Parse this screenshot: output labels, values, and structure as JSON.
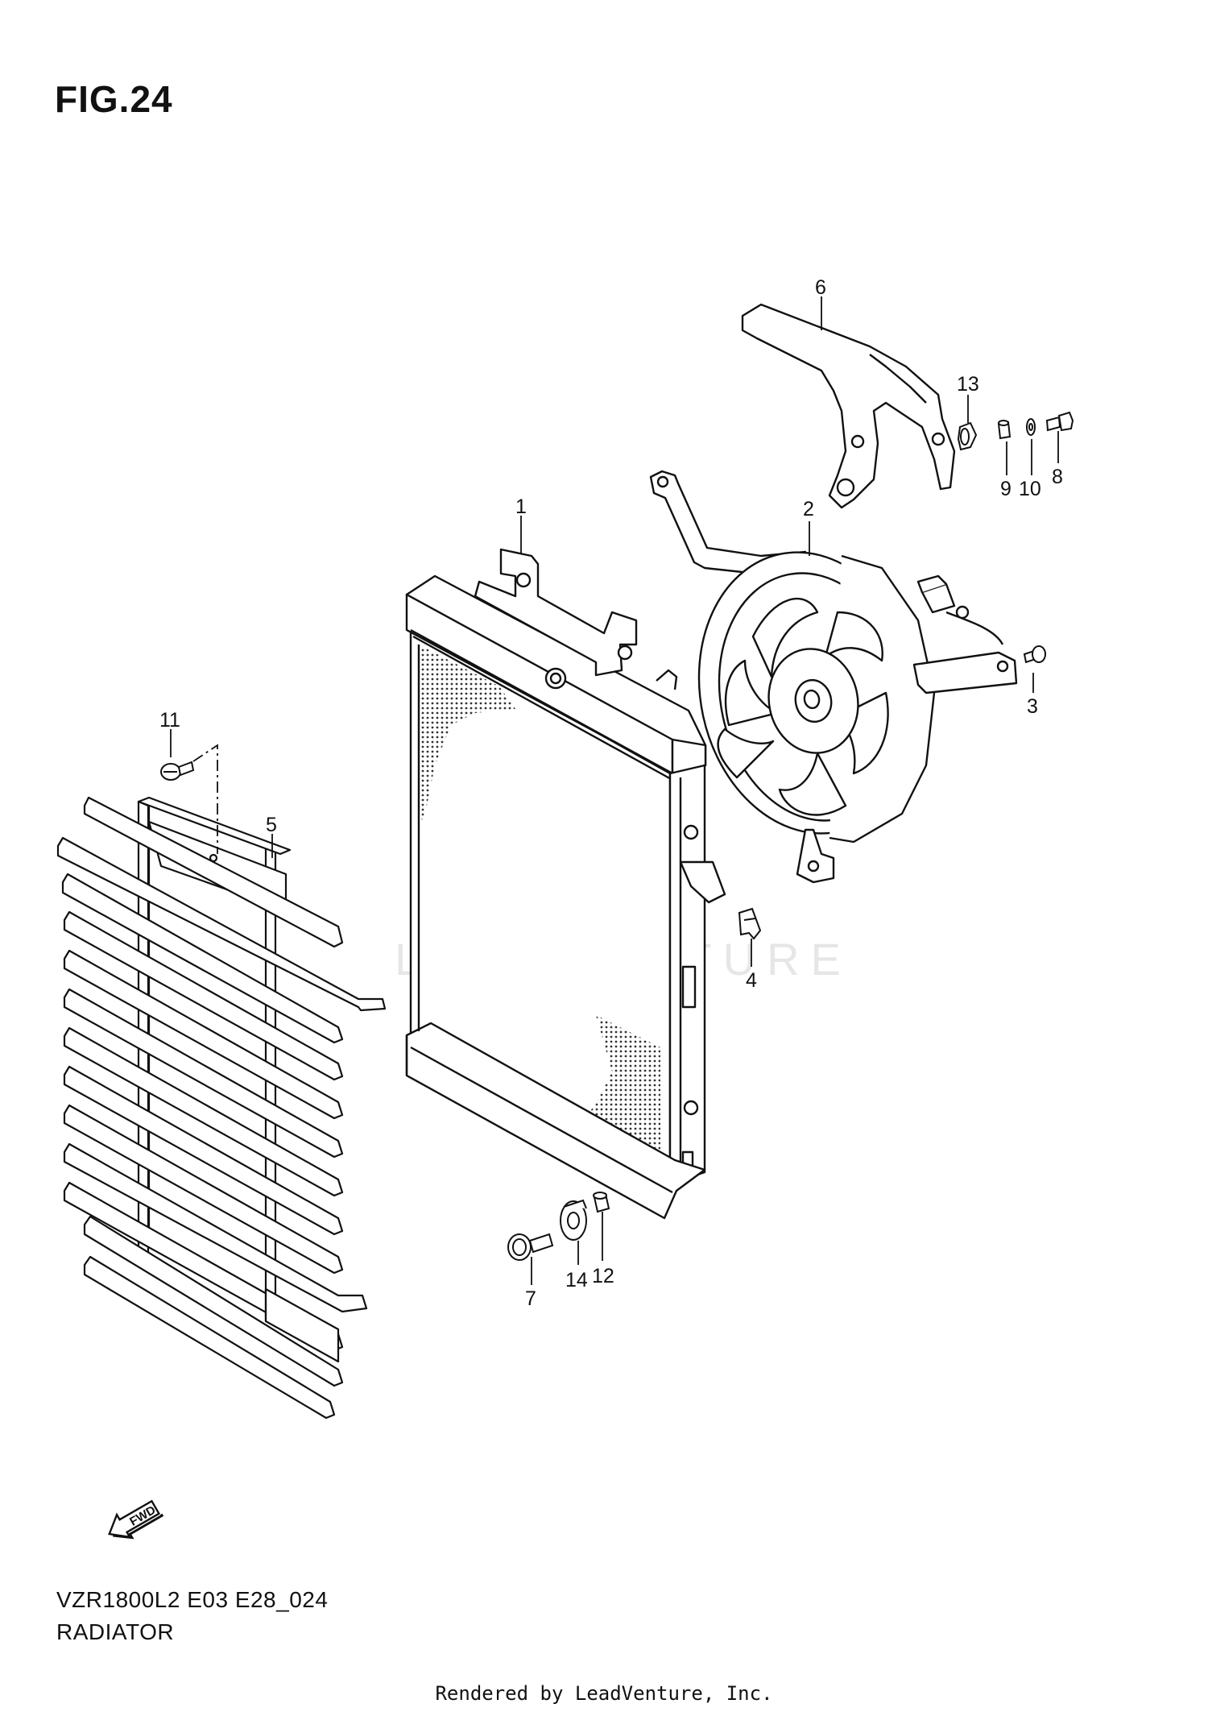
{
  "figure": {
    "title": "FIG.24"
  },
  "diagram": {
    "code": "VZR1800L2 E03 E28_024",
    "name": "RADIATOR",
    "fwd_label": "FWD",
    "watermark": "LEADVENTURE",
    "callouts": [
      "1",
      "2",
      "3",
      "4",
      "5",
      "6",
      "7",
      "8",
      "9",
      "10",
      "11",
      "12",
      "13",
      "14"
    ]
  },
  "footer": {
    "text": "Rendered by LeadVenture, Inc."
  }
}
